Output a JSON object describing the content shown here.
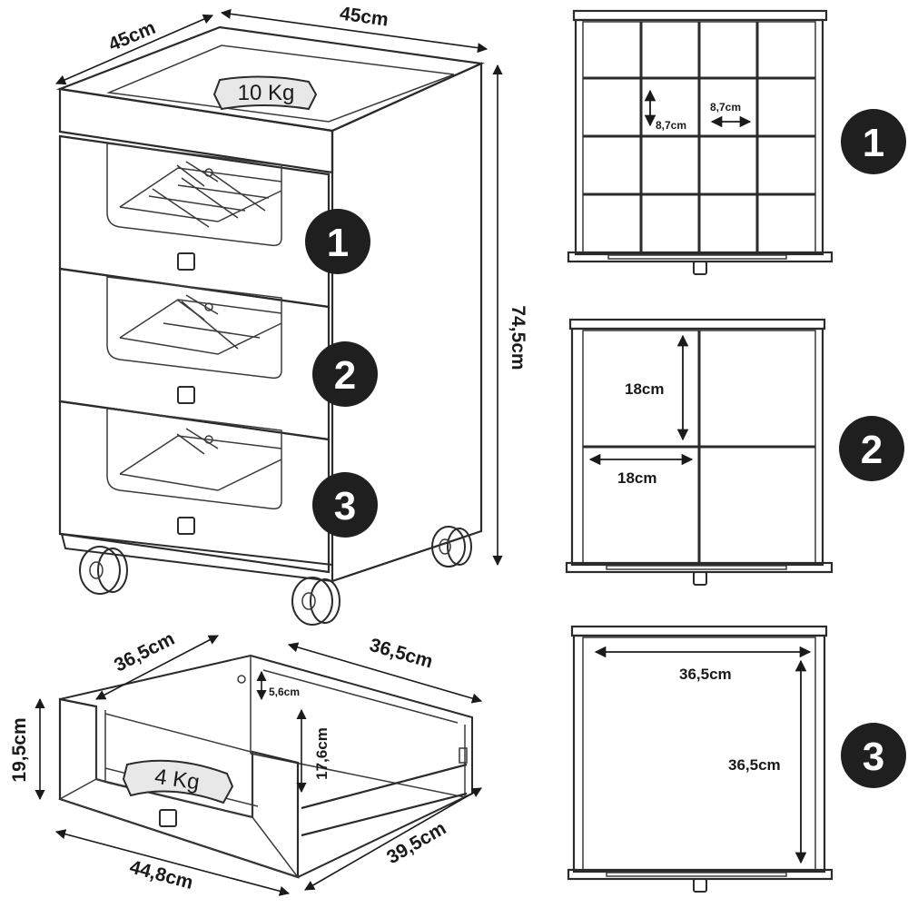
{
  "cabinet": {
    "width_label": "45cm",
    "depth_label": "45cm",
    "height_label": "74,5cm",
    "top_load_label": "10 Kg"
  },
  "drawers": [
    {
      "badge": "1",
      "layout": "4x4 grid",
      "cell_height_label": "8,7cm",
      "cell_width_label": "8,7cm"
    },
    {
      "badge": "2",
      "layout": "2x2 grid",
      "cell_height_label": "18cm",
      "cell_width_label": "18cm"
    },
    {
      "badge": "3",
      "layout": "open",
      "inner_width_label": "36,5cm",
      "inner_depth_label": "36,5cm"
    }
  ],
  "drawer_detail": {
    "inner_width_label": "36,5cm",
    "inner_depth_label": "36,5cm",
    "top_gap_label": "5,6cm",
    "inner_height_label": "17,6cm",
    "outer_height_label": "19,5cm",
    "front_width_label": "44,8cm",
    "outer_depth_label": "39,5cm",
    "load_label": "4 Kg"
  }
}
